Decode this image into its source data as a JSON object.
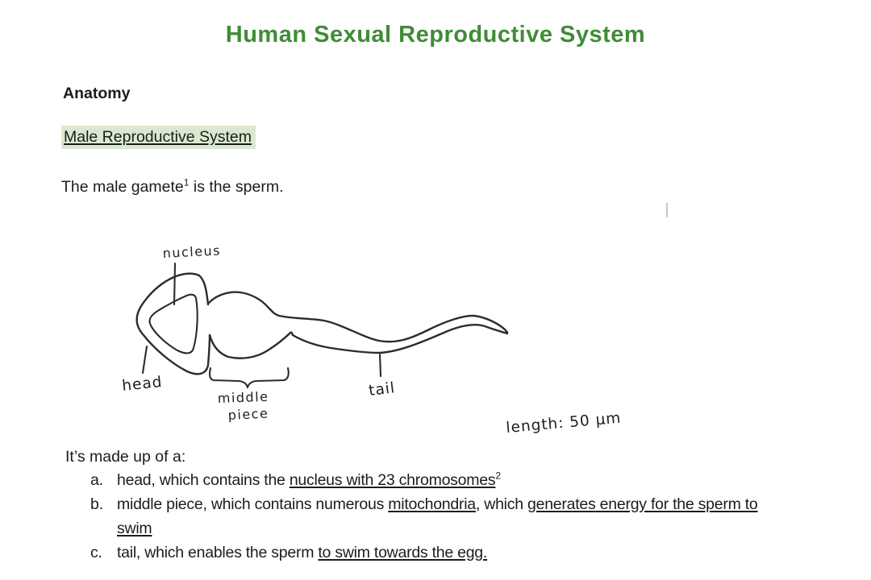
{
  "document": {
    "title": "Human Sexual Reproductive System",
    "headings": {
      "section": "Anatomy",
      "subsection": "Male Reproductive System"
    },
    "intro": {
      "text_before_sup": "The male gamete",
      "sup": "1",
      "text_after_sup": " is the sperm."
    },
    "diagram": {
      "labels": {
        "nucleus": "nucleus",
        "head": "head",
        "middle_line1": "middle",
        "middle_line2": "piece",
        "tail": "tail",
        "length": "length: 50 µm"
      }
    },
    "list": {
      "intro": "It’s made up of a:",
      "items": {
        "a": {
          "marker": "a.",
          "t1": "head, which contains the ",
          "u1": "nucleus with 23 chromosomes",
          "sup": "2"
        },
        "b": {
          "marker": "b.",
          "t1": "middle piece, which contains numerous ",
          "u1": "mitochondria",
          "t2": ", which ",
          "u2": "generates energy for the sperm to",
          "line2_u": "swim"
        },
        "c": {
          "marker": "c.",
          "t1": "tail, which enables the sperm ",
          "u1": "to swim towards the egg."
        }
      }
    },
    "colors": {
      "title_green": "#3f8c36",
      "highlight_green": "#dbe8d1",
      "ink": "#1c1c1c"
    }
  }
}
